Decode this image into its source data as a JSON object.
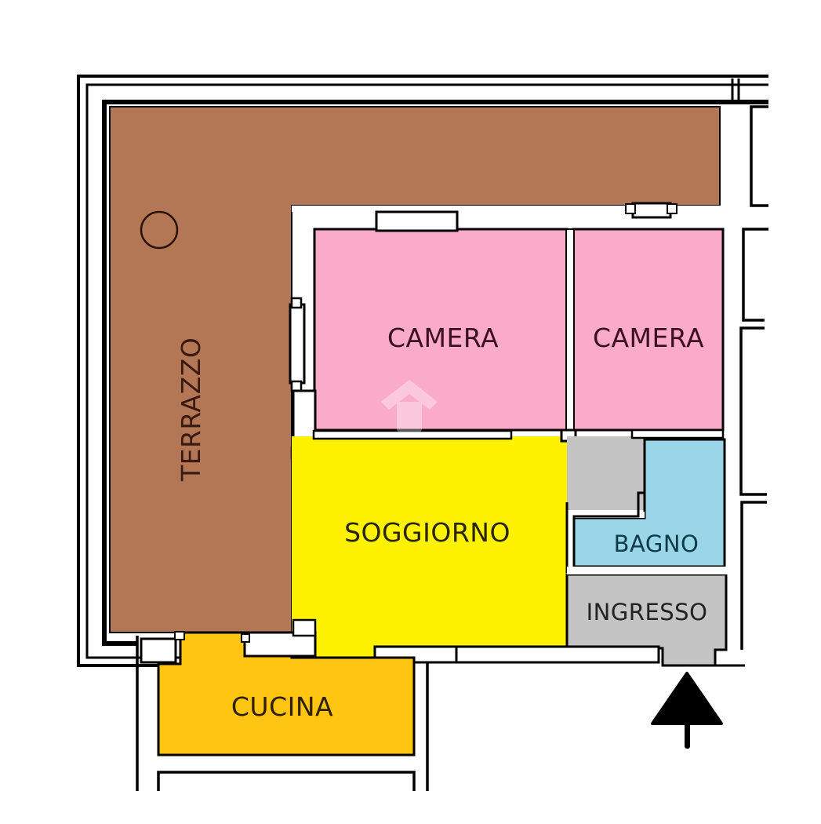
{
  "plan": {
    "type": "apartment floor plan",
    "entrance_arrow": "arrow-up-icon",
    "watermark": "house-logo-watermark",
    "rooms": [
      {
        "id": "terrazzo",
        "label": "TERRAZZO",
        "color": "#B47755",
        "text_color": "#3a1a10",
        "orientation": "vertical"
      },
      {
        "id": "camera-1",
        "label": "CAMERA",
        "color": "#FBABCA",
        "text_color": "#3d1020"
      },
      {
        "id": "camera-2",
        "label": "CAMERA",
        "color": "#FBABCA",
        "text_color": "#3d1020"
      },
      {
        "id": "soggiorno",
        "label": "SOGGIORNO",
        "color": "#FFF200",
        "text_color": "#2a2600"
      },
      {
        "id": "bagno",
        "label": "BAGNO",
        "color": "#99D7E8",
        "text_color": "#0f3a48"
      },
      {
        "id": "disimpegno",
        "label": "",
        "color": "#C4C4C4",
        "text_color": "#222222"
      },
      {
        "id": "ingresso",
        "label": "INGRESSO",
        "color": "#C4C4C4",
        "text_color": "#222222"
      },
      {
        "id": "cucina",
        "label": "CUCINA",
        "color": "#FFC512",
        "text_color": "#2e2000"
      }
    ]
  }
}
